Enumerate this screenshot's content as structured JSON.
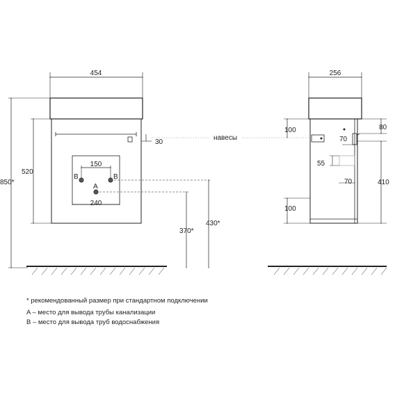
{
  "front_view": {
    "width_label": "454",
    "height_label": "850*",
    "body_height_label": "520",
    "hinge_offset_label": "30",
    "b_spacing_label": "150",
    "a_width_label": "240",
    "a_height_label": "370*",
    "b_height_label": "430*",
    "point_a": "A",
    "point_b": "B"
  },
  "side_view": {
    "depth_label": "256",
    "top_offset_label": "100",
    "bracket_label": "80",
    "hinge_label": "70",
    "step_label": "55",
    "offset_label": "70",
    "mount_height_label": "410",
    "bottom_offset_label": "100"
  },
  "hinges_label": "навесы",
  "notes": [
    "* рекомендованный размер при стандартном подключении",
    "A – место для вывода трубы канализации",
    "B – место для вывода труб водоснабжения"
  ],
  "colors": {
    "line": "#222222",
    "fill": "#444444",
    "dash": "#888888"
  }
}
